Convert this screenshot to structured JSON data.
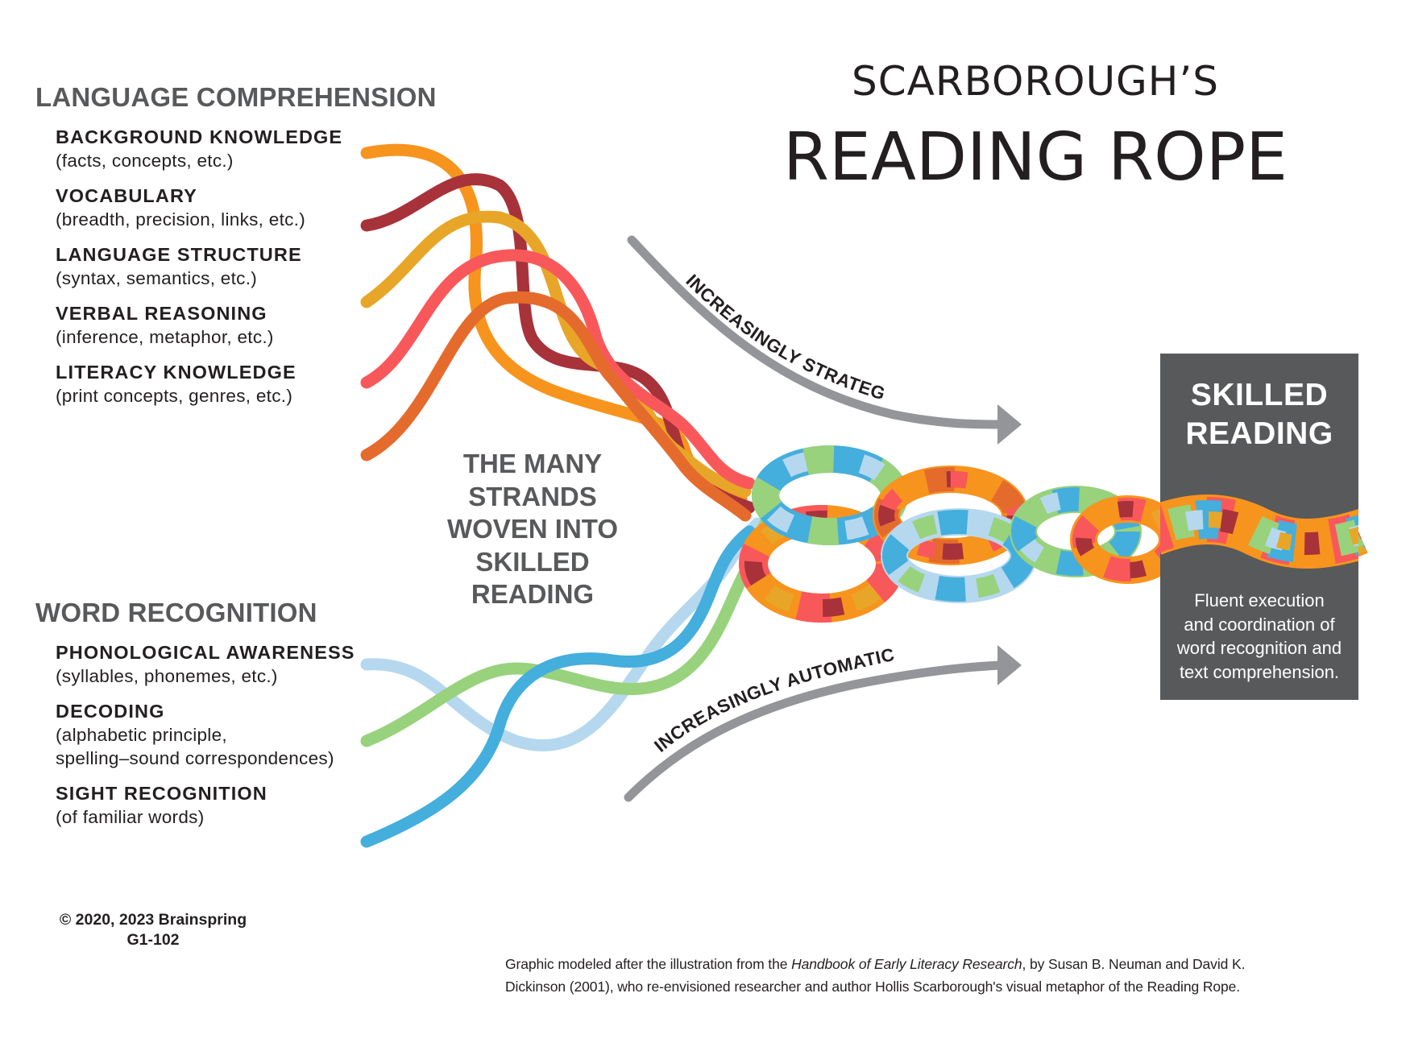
{
  "title": {
    "line1": "SCARBOROUGH’S",
    "line2": "READING ROPE"
  },
  "language_comprehension": {
    "heading": "LANGUAGE COMPREHENSION",
    "items": [
      {
        "title": "BACKGROUND KNOWLEDGE",
        "desc": "(facts, concepts, etc.)"
      },
      {
        "title": "VOCABULARY",
        "desc": "(breadth, precision, links, etc.)"
      },
      {
        "title": "LANGUAGE STRUCTURE",
        "desc": "(syntax, semantics, etc.)"
      },
      {
        "title": "VERBAL REASONING",
        "desc": "(inference, metaphor, etc.)"
      },
      {
        "title": "LITERACY KNOWLEDGE",
        "desc": "(print concepts, genres, etc.)"
      }
    ]
  },
  "word_recognition": {
    "heading": "WORD RECOGNITION",
    "items": [
      {
        "title": "PHONOLOGICAL AWARENESS",
        "desc": "(syllables, phonemes, etc.)"
      },
      {
        "title": "DECODING",
        "desc": "(alphabetic principle,",
        "desc2": "spelling–sound correspondences)"
      },
      {
        "title": "SIGHT RECOGNITION",
        "desc": "(of familiar words)"
      }
    ]
  },
  "center_label": {
    "lines": [
      "THE MANY",
      "STRANDS",
      "WOVEN INTO",
      "SKILLED",
      "READING"
    ]
  },
  "arrows": {
    "top": "INCREASINGLY STRATEGIC",
    "bottom": "INCREASINGLY AUTOMATIC",
    "color": "#939598"
  },
  "skilled_reading": {
    "title_line1": "SKILLED",
    "title_line2": "READING",
    "desc_lines": [
      "Fluent execution",
      "and coordination of",
      "word recognition and",
      "text comprehension."
    ],
    "box_color": "#58595b"
  },
  "footer": {
    "copyright": "© 2020, 2023 Brainspring",
    "code": "G1-102"
  },
  "citation": {
    "line1_pre": "Graphic modeled after the illustration from the ",
    "line1_italic": "Handbook of Early Literacy Research",
    "line1_post": ", by Susan B. Neuman and David K.",
    "line2": "Dickinson (2001), who re-envisioned researcher and author Hollis Scarborough's visual metaphor of the Reading Rope."
  },
  "strand_colors": {
    "background_knowledge": "#F7941D",
    "vocabulary": "#A8323A",
    "language_structure": "#E8A628",
    "verbal_reasoning": "#F9585B",
    "literacy_knowledge": "#E56B2D",
    "phonological_awareness": "#B5D8EF",
    "decoding": "#98D27C",
    "sight_recognition": "#44AEDD"
  }
}
